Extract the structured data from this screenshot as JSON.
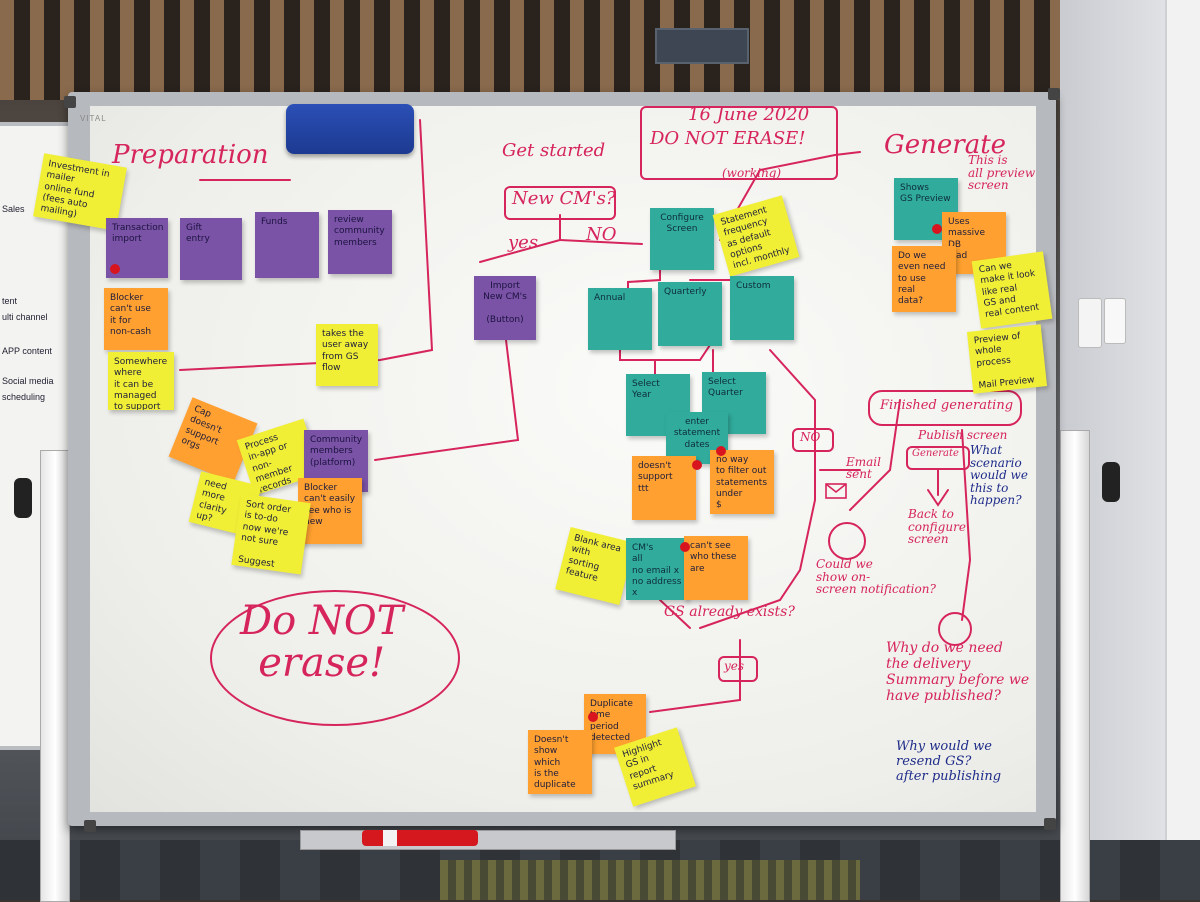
{
  "board": {
    "brand": "VITAL",
    "headings": {
      "preparation": "Preparation",
      "get_started": "Get started",
      "date": "16 June 2020",
      "do_not_erase_top": "DO NOT ERASE!",
      "working": "(working)",
      "generate": "Generate",
      "this_is_all_preview": "This is\nall preview\nscreen",
      "new_cms": "New CM's?",
      "yes_left": "yes",
      "no_top": "NO",
      "no_mid": "NO",
      "yes_bottom": "yes",
      "email_sent": "Email\nsent",
      "finished_generating": "Finished generating",
      "publish_screen": "Publish screen",
      "generate_btn": "Generate",
      "what_scenario": "What\nscenario\nwould we\nthis to\nhappen?",
      "back_to_configure": "Back to\nconfigure\nscreen",
      "could_we_show": "Could we\nshow on-\nscreen notification?",
      "gs_already_exists": "GS already exists?",
      "why_do_we_need": "Why do we need\nthe delivery\nSummary before we\nhave published?",
      "why_would_we": "Why would we\nresend GS?\nafter publishing",
      "do_not_erase_big": "Do NOT\nerase!"
    },
    "stickies": [
      {
        "id": "s-note-top-left",
        "color": "yellow",
        "text": "Investment in mailer\nonline fund\n(fees auto mailing)"
      },
      {
        "id": "s-transaction",
        "color": "purple",
        "text": "Transaction\nimport"
      },
      {
        "id": "s-gift",
        "color": "purple",
        "text": "Gift\nentry"
      },
      {
        "id": "s-funds",
        "color": "purple",
        "text": "Funds"
      },
      {
        "id": "s-review",
        "color": "purple",
        "text": "review\ncommunity\nmembers"
      },
      {
        "id": "s-blocker-1",
        "color": "orange",
        "text": "Blocker\ncan't use\nit for\nnon-cash"
      },
      {
        "id": "s-yellow-left",
        "color": "yellow",
        "text": "Somewhere where\nit can be managed\nto support\nnon-cash gifts"
      },
      {
        "id": "s-takes",
        "color": "yellow",
        "text": "takes the\nuser away\nfrom GS\nflow"
      },
      {
        "id": "s-new-cms",
        "color": "purple",
        "text": "Import\nNew CM's\n\n(Button)"
      },
      {
        "id": "s-cap",
        "color": "orange",
        "text": "Cap\ndoesn't\nsupport\norgs"
      },
      {
        "id": "s-process",
        "color": "yellow",
        "text": "Process\nin-app or\nnon-member\nrecords"
      },
      {
        "id": "s-community",
        "color": "purple",
        "text": "Community\nmembers\n(platform)"
      },
      {
        "id": "s-blocker-2",
        "color": "orange",
        "text": "Blocker\ncan't easily\nsee who is\nnew"
      },
      {
        "id": "s-yellow-tilt",
        "color": "yellow",
        "text": "need\nmore\nclarity\nup?"
      },
      {
        "id": "s-yellow-bottom",
        "color": "yellow",
        "text": "Sort order\nis to-do\nnow we're\nnot sure\n\nSuggest"
      },
      {
        "id": "s-configure",
        "color": "teal",
        "text": "Configure\nScreen"
      },
      {
        "id": "s-yellow-config",
        "color": "yellow",
        "text": "Statement\nfrequency\nas default\noptions\nincl. monthly"
      },
      {
        "id": "s-annual",
        "color": "teal",
        "text": "Annual"
      },
      {
        "id": "s-quarterly",
        "color": "teal",
        "text": "Quarterly"
      },
      {
        "id": "s-custom",
        "color": "teal",
        "text": "Custom"
      },
      {
        "id": "s-select-year",
        "color": "teal",
        "text": "Select\nYear"
      },
      {
        "id": "s-select-quarter",
        "color": "teal",
        "text": "Select\nQuarter"
      },
      {
        "id": "s-enter-dates",
        "color": "teal",
        "text": "enter\nstatement\ndates"
      },
      {
        "id": "s-doesnt-support",
        "color": "orange",
        "text": "doesn't\nsupport\nttt"
      },
      {
        "id": "s-no-way",
        "color": "orange",
        "text": "no way\nto filter out\nstatements\nunder\n$"
      },
      {
        "id": "s-yellow-mid",
        "color": "yellow",
        "text": "Blank area\nwith\nsorting\nfeature"
      },
      {
        "id": "s-cms",
        "color": "teal",
        "text": "CM's\nall\nno email x\nno address x"
      },
      {
        "id": "s-cant-see",
        "color": "orange",
        "text": "can't see\nwho these\nare"
      },
      {
        "id": "s-duplicate",
        "color": "orange",
        "text": "Duplicate\ntime\nperiod\ndetected"
      },
      {
        "id": "s-doesnt-show",
        "color": "orange",
        "text": "Doesn't\nshow which\nis the\nduplicate"
      },
      {
        "id": "s-yellow-dup",
        "color": "yellow",
        "text": "Highlight\nGS in\nreport\nsummary"
      },
      {
        "id": "s-shows-gs",
        "color": "teal",
        "text": "Shows\nGS Preview"
      },
      {
        "id": "s-uses-massive",
        "color": "orange",
        "text": "Uses\nmassive DB\nload"
      },
      {
        "id": "s-do-we-even",
        "color": "orange",
        "text": "Do we\neven need\nto use\nreal\ndata?"
      },
      {
        "id": "s-yellow-right-1",
        "color": "yellow",
        "text": "Can we\nmake it look\nlike real\nGS and\nreal content"
      },
      {
        "id": "s-yellow-right-2",
        "color": "yellow",
        "text": "Preview of\nwhole process\n\nMail Preview"
      }
    ]
  },
  "colors": {
    "ink_red": "#d6245c",
    "ink_blue": "#1e2c8a",
    "purple": "#7a52a6",
    "teal": "#30ab9c",
    "orange": "#ffa030",
    "yellow": "#f1ef35"
  }
}
